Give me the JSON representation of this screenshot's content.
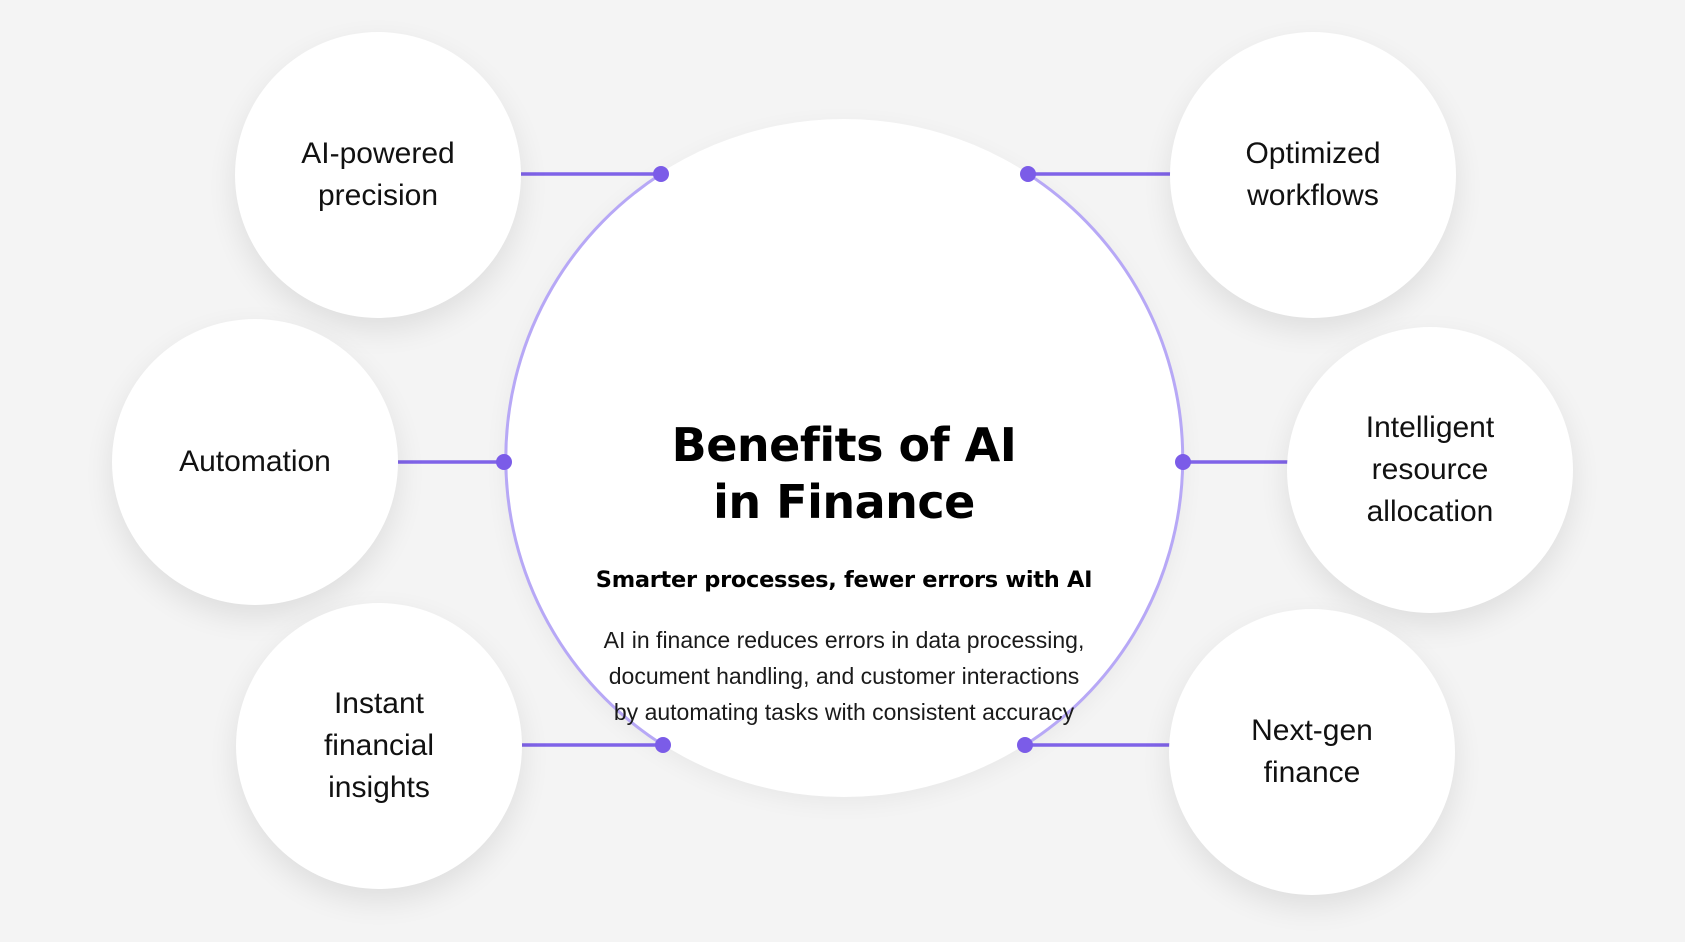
{
  "title": {
    "lines": [
      "Benefits of AI",
      "in Finance"
    ]
  },
  "subtitle": "Smarter processes, fewer errors with AI",
  "description": {
    "lines": [
      "AI in finance reduces errors in data processing,",
      "document handling, and customer interactions",
      "by automating tasks with consistent accuracy"
    ]
  },
  "benefits": [
    {
      "id": "ai-powered-precision",
      "side": "left",
      "lines": [
        "AI-powered",
        "precision"
      ]
    },
    {
      "id": "automation",
      "side": "left",
      "lines": [
        "Automation"
      ]
    },
    {
      "id": "instant-financial-insights",
      "side": "left",
      "lines": [
        "Instant",
        "financial",
        "insights"
      ]
    },
    {
      "id": "optimized-workflows",
      "side": "right",
      "lines": [
        "Optimized",
        "workflows"
      ]
    },
    {
      "id": "intelligent-resource-allocation",
      "side": "right",
      "lines": [
        "Intelligent",
        "resource",
        "allocation"
      ]
    },
    {
      "id": "next-gen-finance",
      "side": "right",
      "lines": [
        "Next-gen",
        "finance"
      ]
    }
  ],
  "colors": {
    "background": "#f4f4f4",
    "circle": "#ffffff",
    "connector": "#7f63e8",
    "node_dot": "#7b5ce8",
    "ring_arc": "#b7a8f6",
    "text": "#000000"
  }
}
